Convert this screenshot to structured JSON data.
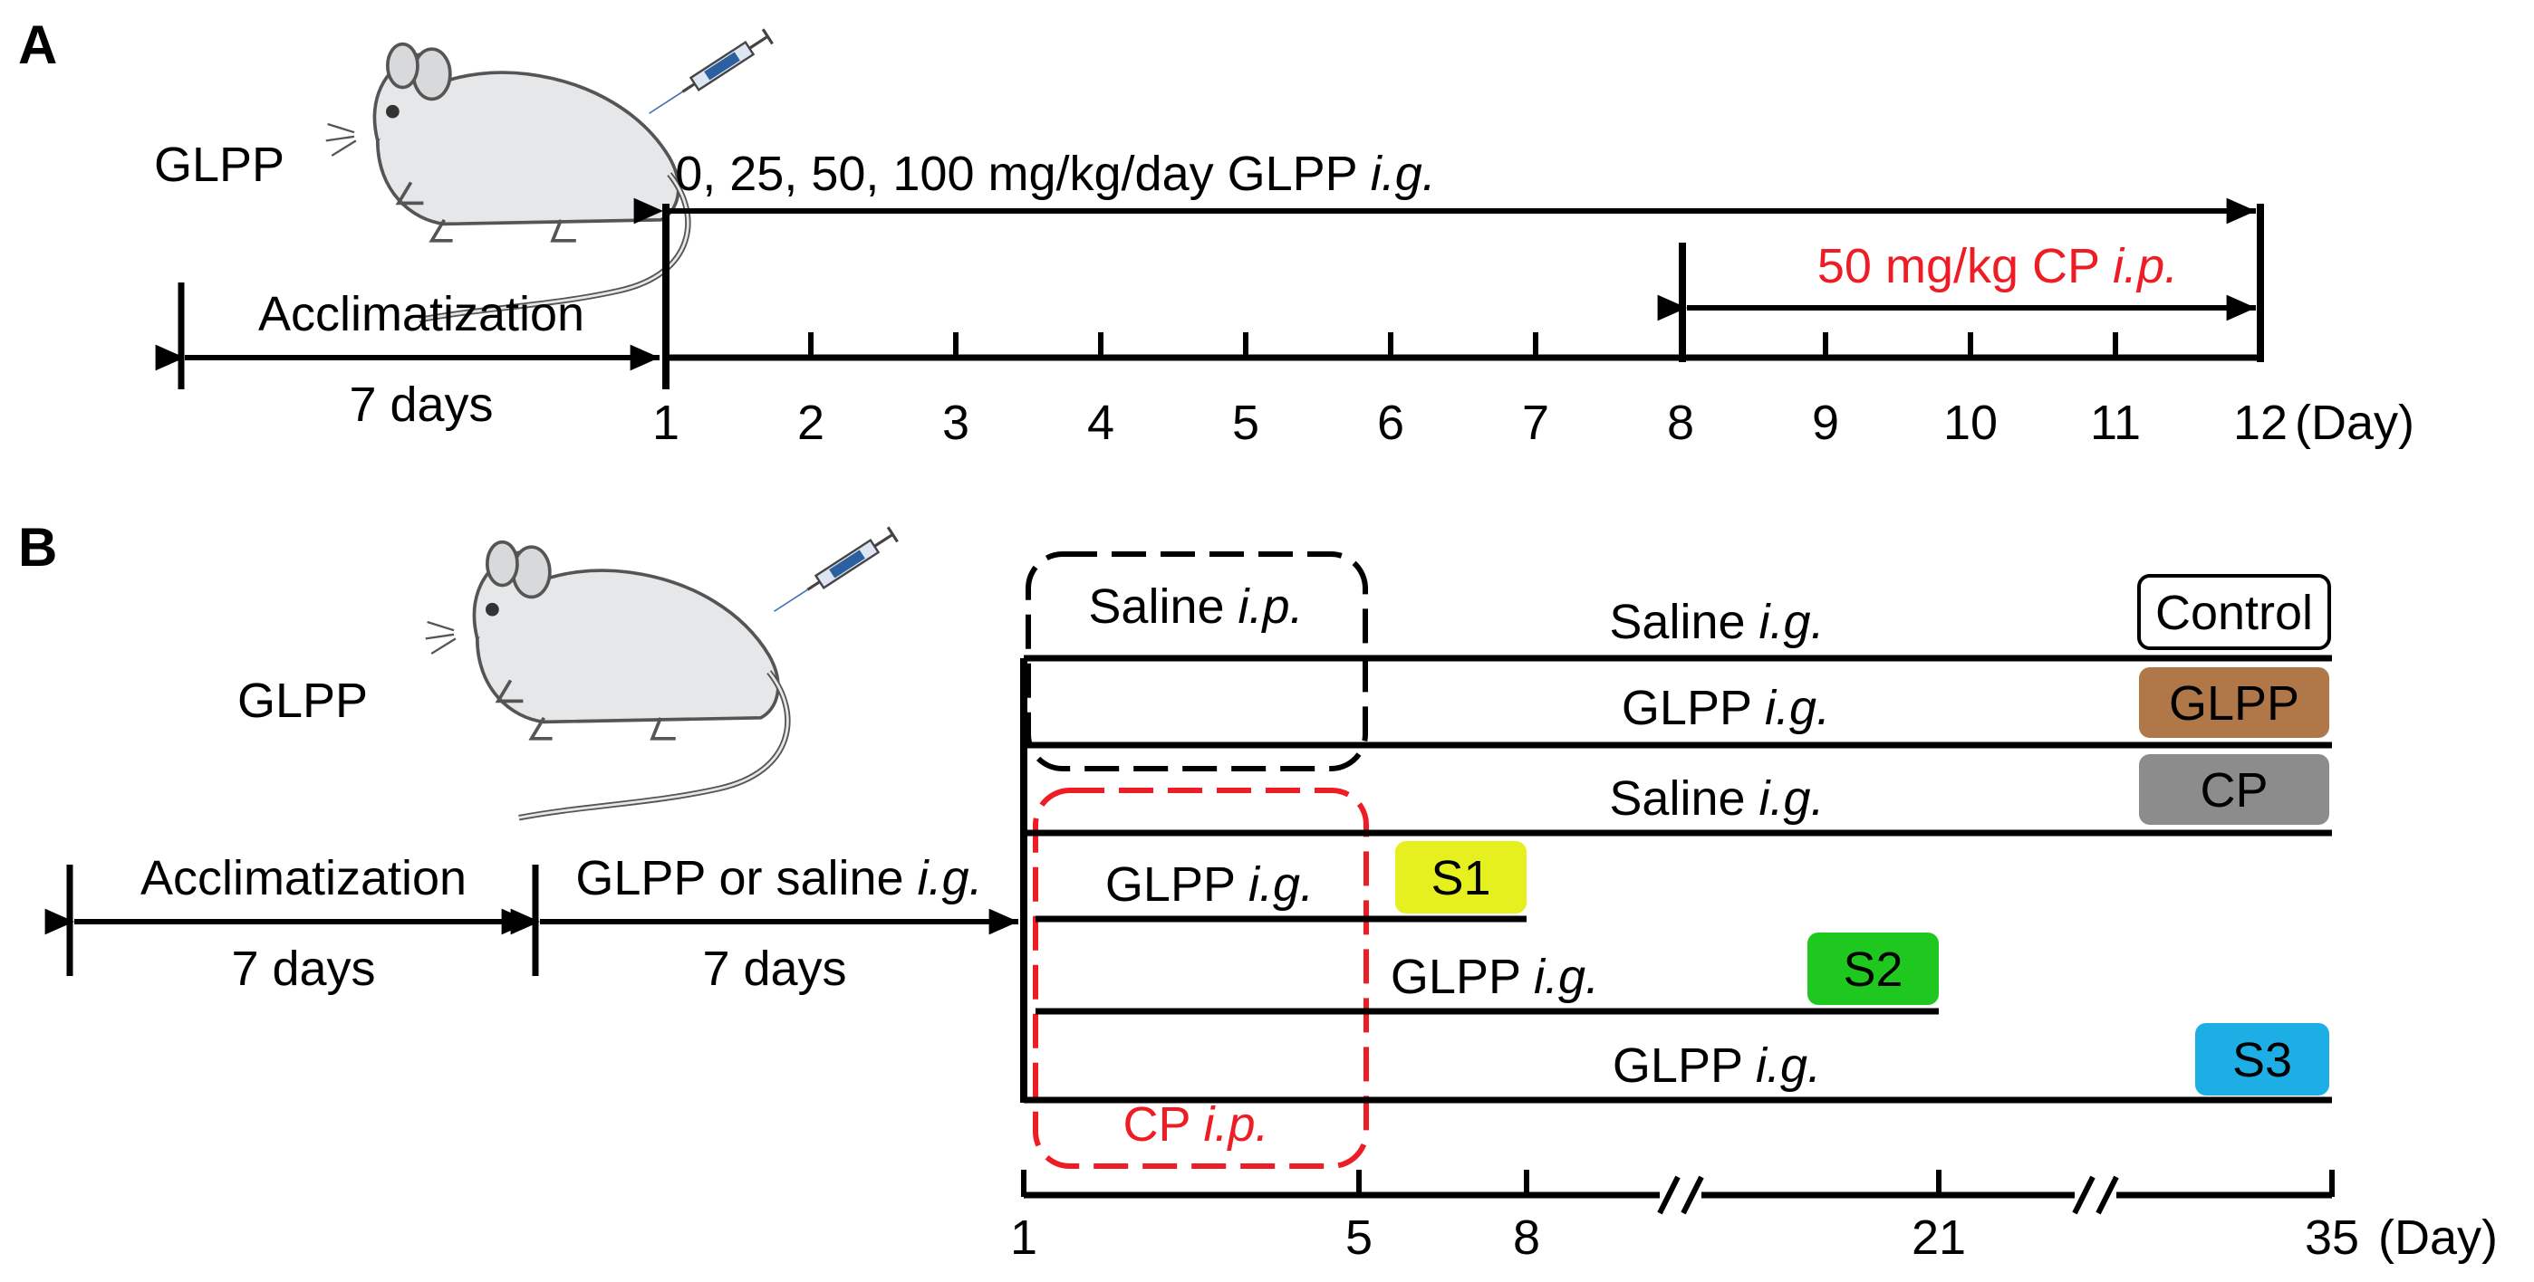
{
  "panel_a": {
    "letter": "A",
    "subject_label": "GLPP",
    "acclimatization_label": "Acclimatization",
    "acclimatization_duration": "7 days",
    "dosing_label_text": "0, 25, 50, 100 mg/kg/day GLPP ",
    "dosing_label_route": "i.g.",
    "cp_label_text": "50 mg/kg CP ",
    "cp_label_route": "i.p.",
    "day_ticks": [
      "1",
      "2",
      "3",
      "4",
      "5",
      "6",
      "7",
      "8",
      "9",
      "10",
      "11",
      "12"
    ],
    "axis_unit": "(Day)"
  },
  "panel_b": {
    "letter": "B",
    "subject_label": "GLPP",
    "acclimatization_label": "Acclimatization",
    "acclimatization_duration": "7 days",
    "pretreat_label_text": "GLPP or saline ",
    "pretreat_label_route": "i.g.",
    "pretreat_duration": "7 days",
    "saline_ip_text": "Saline ",
    "saline_ip_route": "i.p.",
    "cp_ip_text": "CP ",
    "cp_ip_route": "i.p.",
    "groups": [
      {
        "label_text": "Saline ",
        "label_route": "i.g.",
        "group_name": "Control",
        "badge_color": "#ffffff",
        "end_day": "35"
      },
      {
        "label_text": "GLPP ",
        "label_route": "i.g.",
        "group_name": "GLPP",
        "badge_color": "#b07848",
        "end_day": "35"
      },
      {
        "label_text": "Saline ",
        "label_route": "i.g.",
        "group_name": "CP",
        "badge_color": "#8c8c8c",
        "end_day": "35"
      },
      {
        "label_text": "GLPP ",
        "label_route": "i.g.",
        "group_name": "S1",
        "badge_color": "#e6f01e",
        "end_day": "8"
      },
      {
        "label_text": "GLPP ",
        "label_route": "i.g.",
        "group_name": "S2",
        "badge_color": "#1ec81e",
        "end_day": "21"
      },
      {
        "label_text": "GLPP ",
        "label_route": "i.g.",
        "group_name": "S3",
        "badge_color": "#1eaee6",
        "end_day": "35"
      }
    ],
    "day_ticks": [
      "1",
      "5",
      "8",
      "21",
      "35"
    ],
    "axis_unit": "(Day)"
  },
  "colors": {
    "accent_red": "#ee1c24",
    "line": "#000000"
  },
  "icons": [
    "mouse-icon",
    "syringe-icon"
  ]
}
